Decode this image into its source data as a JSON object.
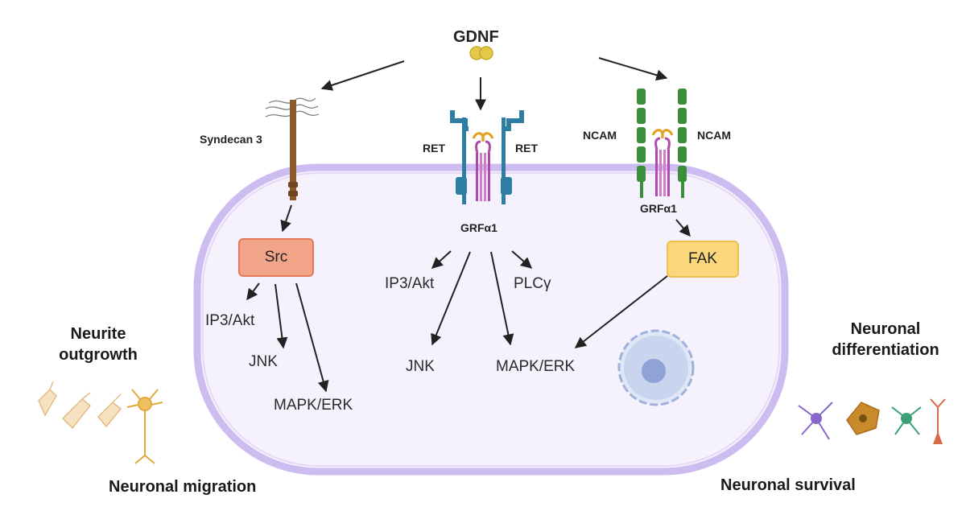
{
  "ligand": {
    "label": "GDNF"
  },
  "receptors": {
    "syndecan": "Syndecan 3",
    "ret_left": "RET",
    "ret_right": "RET",
    "grfa1_center": "GRFα1",
    "ncam_left": "NCAM",
    "ncam_right": "NCAM",
    "grfa1_right": "GRFα1"
  },
  "kinases": {
    "src": {
      "label": "Src",
      "fill": "#f3a58a",
      "stroke": "#e07a5a"
    },
    "fak": {
      "label": "FAK",
      "fill": "#fbd67a",
      "stroke": "#eec04f"
    }
  },
  "pathways": {
    "src_ip3": "IP3/Akt",
    "src_jnk": "JNK",
    "src_mapk": "MAPK/ERK",
    "ret_ip3": "IP3/Akt",
    "ret_plc": "PLCγ",
    "ret_jnk": "JNK",
    "ret_mapk": "MAPK/ERK"
  },
  "outcomes": {
    "neurite": "Neurite outgrowth",
    "migration": "Neuronal migration",
    "differentiation": "Neuronal differentiation",
    "survival": "Neuronal survival"
  },
  "colors": {
    "membrane": "#cdbcf0",
    "cell_fill": "#f6f2fd",
    "ret": "#2e7ea3",
    "grfa": "#b04aa8",
    "ncam": "#3c8f3a",
    "syndecan": "#8a5a2b",
    "ligand": "#e4c84a",
    "nucleus": "#9fb0dc"
  }
}
